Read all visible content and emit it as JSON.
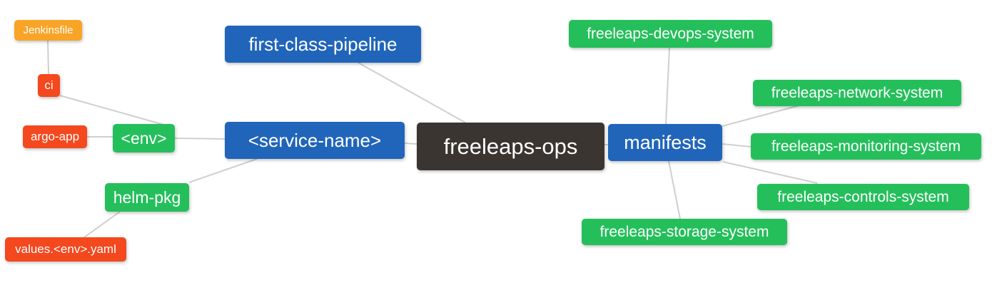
{
  "diagram": {
    "type": "mindmap",
    "root": "freeleaps-ops",
    "palette": {
      "root_bg": "#3a3531",
      "branch_blue_bg": "#2065ba",
      "leaf_green_bg": "#24bf5b",
      "leaf_red_bg": "#f4481e",
      "leaf_orange_bg": "#f8a426",
      "text": "#ffffff",
      "edge": "#cfcfcf",
      "canvas_bg": "#ffffff"
    },
    "nodes": [
      {
        "id": "jenkinsfile",
        "label": "Jenkinsfile",
        "color": "orange"
      },
      {
        "id": "ci",
        "label": "ci",
        "color": "red"
      },
      {
        "id": "argo-app",
        "label": "argo-app",
        "color": "red"
      },
      {
        "id": "env",
        "label": "<env>",
        "color": "green"
      },
      {
        "id": "helm-pkg",
        "label": "helm-pkg",
        "color": "green"
      },
      {
        "id": "values-env-yaml",
        "label": "values.<env>.yaml",
        "color": "red"
      },
      {
        "id": "first-class-pipeline",
        "label": "first-class-pipeline",
        "color": "blue"
      },
      {
        "id": "service-name",
        "label": "<service-name>",
        "color": "blue"
      },
      {
        "id": "freeleaps-ops",
        "label": "freeleaps-ops",
        "color": "dark"
      },
      {
        "id": "manifests",
        "label": "manifests",
        "color": "blue"
      },
      {
        "id": "freeleaps-devops-system",
        "label": "freeleaps-devops-system",
        "color": "green"
      },
      {
        "id": "freeleaps-network-system",
        "label": "freeleaps-network-system",
        "color": "green"
      },
      {
        "id": "freeleaps-monitoring-system",
        "label": "freeleaps-monitoring-system",
        "color": "green"
      },
      {
        "id": "freeleaps-controls-system",
        "label": "freeleaps-controls-system",
        "color": "green"
      },
      {
        "id": "freeleaps-storage-system",
        "label": "freeleaps-storage-system",
        "color": "green"
      }
    ],
    "edges": [
      {
        "from": "Jenkinsfile",
        "to": "ci"
      },
      {
        "from": "ci",
        "to": "<env>"
      },
      {
        "from": "argo-app",
        "to": "<env>"
      },
      {
        "from": "<env>",
        "to": "<service-name>"
      },
      {
        "from": "helm-pkg",
        "to": "<service-name>"
      },
      {
        "from": "values.<env>.yaml",
        "to": "helm-pkg"
      },
      {
        "from": "first-class-pipeline",
        "to": "freeleaps-ops"
      },
      {
        "from": "<service-name>",
        "to": "freeleaps-ops"
      },
      {
        "from": "freeleaps-ops",
        "to": "manifests"
      },
      {
        "from": "manifests",
        "to": "freeleaps-devops-system"
      },
      {
        "from": "manifests",
        "to": "freeleaps-network-system"
      },
      {
        "from": "manifests",
        "to": "freeleaps-monitoring-system"
      },
      {
        "from": "manifests",
        "to": "freeleaps-controls-system"
      },
      {
        "from": "manifests",
        "to": "freeleaps-storage-system"
      }
    ]
  }
}
